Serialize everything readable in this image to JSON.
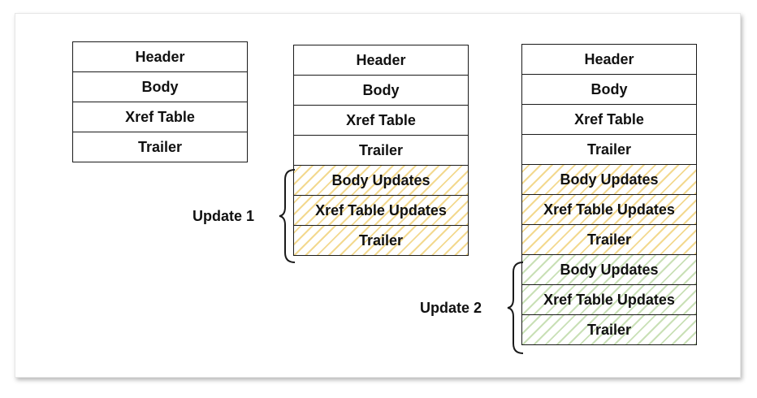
{
  "stacks": [
    {
      "name": "original",
      "cells": [
        {
          "label": "Header"
        },
        {
          "label": "Body"
        },
        {
          "label": "Xref Table"
        },
        {
          "label": "Trailer"
        }
      ]
    },
    {
      "name": "after-update-1",
      "cells": [
        {
          "label": "Header"
        },
        {
          "label": "Body"
        },
        {
          "label": "Xref Table"
        },
        {
          "label": "Trailer"
        },
        {
          "label": "Body Updates",
          "update": 1
        },
        {
          "label": "Xref Table Updates",
          "update": 1
        },
        {
          "label": "Trailer",
          "update": 1
        }
      ]
    },
    {
      "name": "after-update-2",
      "cells": [
        {
          "label": "Header"
        },
        {
          "label": "Body"
        },
        {
          "label": "Xref Table"
        },
        {
          "label": "Trailer"
        },
        {
          "label": "Body Updates",
          "update": 1
        },
        {
          "label": "Xref Table Updates",
          "update": 1
        },
        {
          "label": "Trailer",
          "update": 1
        },
        {
          "label": "Body Updates",
          "update": 2
        },
        {
          "label": "Xref Table Updates",
          "update": 2
        },
        {
          "label": "Trailer",
          "update": 2
        }
      ]
    }
  ],
  "update_labels": {
    "update1": "Update 1",
    "update2": "Update 2"
  },
  "colors": {
    "update1_hatch": "#f3d98f",
    "update2_hatch": "#c9e0b6",
    "border": "#1a1a1a"
  }
}
